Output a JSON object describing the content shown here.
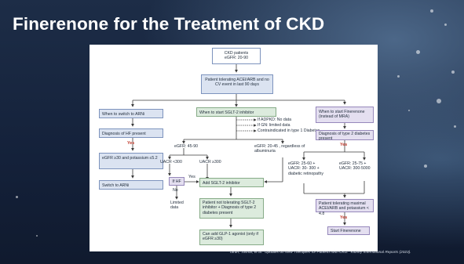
{
  "slide": {
    "title": "Finerenone for the Treatment of CKD",
    "citation": "Tarun, Tushar, et al. \"Updates on New Therapies for Patients with CKD.\" Kidney International Reports (2023)."
  },
  "flowchart": {
    "root_line1": "CKD patients",
    "root_line2": "eGFR: 20-90",
    "tolerating": "Patient tolerating ACEI/ARB and no CV event in last 90 days",
    "left": {
      "when_arni": "When to switch to ARNi",
      "diagnosis_hf": "Diagnosis of HF present",
      "yes": "Yes",
      "egfr_potassium": "eGFR ≥30 and potassium ≤5.2",
      "switch_arni": "Switch to ARNi"
    },
    "middle": {
      "when_sglt2": "When to start SGLT-2 inhibitor",
      "note1": "If ADPKD: No data",
      "note2": "If GN: limited data",
      "note3": "Contraindicated in type 1 Diabetes",
      "egfr_45_90": "eGFR: 45-90",
      "egfr_20_45": "eGFR: 20-45 , regardless of albuminuria",
      "uacr_lt300": "UACR <300",
      "uacr_ge300": "UACR ≥300",
      "if_hf": "If HF",
      "yes": "Yes",
      "no": "No",
      "limited_data": "Limited data",
      "add_sglt2": "Add SGLT-2 inhibitor",
      "not_tolerating": "Patient not tolerating SGLT-2 inhibitor + Diagnosis of type 2 diabetes present",
      "glp1": "Can add GLP-1 agonist (only if eGFR ≥30)"
    },
    "right": {
      "when_finerenone": "When to start Finerenone (instead of MRA)",
      "diagnosis_t2d": "Diagnosis of type 2 diabetes present",
      "yes": "Yes",
      "egfr_25_60": "eGFR: 25-60 + UACR: 30- 300 + diabetic retinopathy",
      "egfr_25_75": "eGFR: 25-75 + UACR: 300-5000",
      "tolerating_max": "Patient tolerating maximal ACEI/ARB and potassium < 4.8",
      "yes2": "Yes",
      "start_finerenone": "Start Finerenone"
    }
  },
  "colors": {
    "background": "#16243a",
    "title": "#ffffff",
    "blue_box": "#dbe3f1",
    "green_box": "#dcebdd",
    "purple_box": "#e4dff0",
    "yes_red": "#c0392b"
  }
}
